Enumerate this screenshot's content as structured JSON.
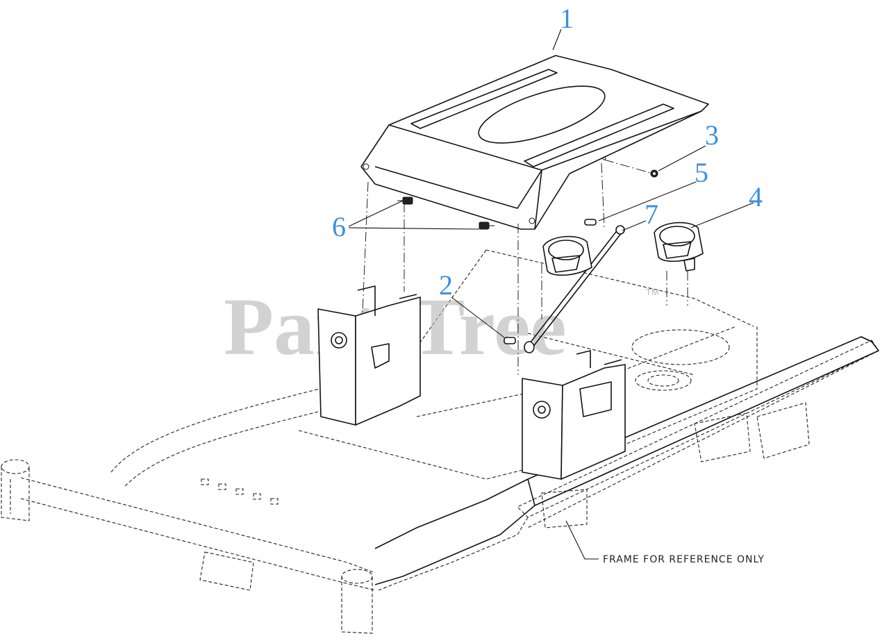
{
  "diagram": {
    "watermark": "PartsTree",
    "watermark_tm": "TM",
    "callouts": [
      {
        "id": "1",
        "label": "1"
      },
      {
        "id": "2",
        "label": "2"
      },
      {
        "id": "3",
        "label": "3"
      },
      {
        "id": "4",
        "label": "4"
      },
      {
        "id": "5",
        "label": "5"
      },
      {
        "id": "6",
        "label": "6"
      },
      {
        "id": "7",
        "label": "7"
      }
    ],
    "note": "FRAME FOR REFERENCE ONLY",
    "colors": {
      "callout": "#3b8fe0",
      "line": "#111111",
      "watermark": "#b8b8b8"
    }
  }
}
